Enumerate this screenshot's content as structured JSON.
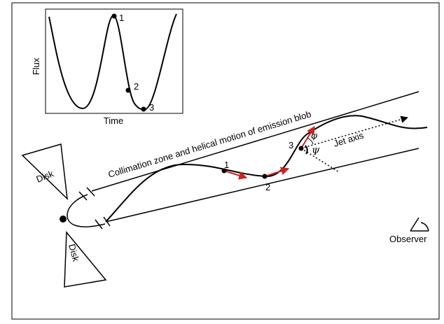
{
  "inset": {
    "y_label": "Flux",
    "x_label": "Time",
    "points": [
      "1",
      "2",
      "3"
    ]
  },
  "diagram": {
    "zone_label": "Collimation zone and helical motion of emission blob",
    "jet_axis_label": "Jet axis",
    "observer_label": "Observer",
    "disk_top_label": "Disk",
    "disk_bottom_label": "Disk",
    "point_labels": [
      "1",
      "2",
      "3"
    ],
    "angle_phi": "φ",
    "angle_psi": "Ψ"
  },
  "colors": {
    "line": "#000000",
    "velocity_arrow": "#cc2222",
    "background": "#ffffff"
  }
}
